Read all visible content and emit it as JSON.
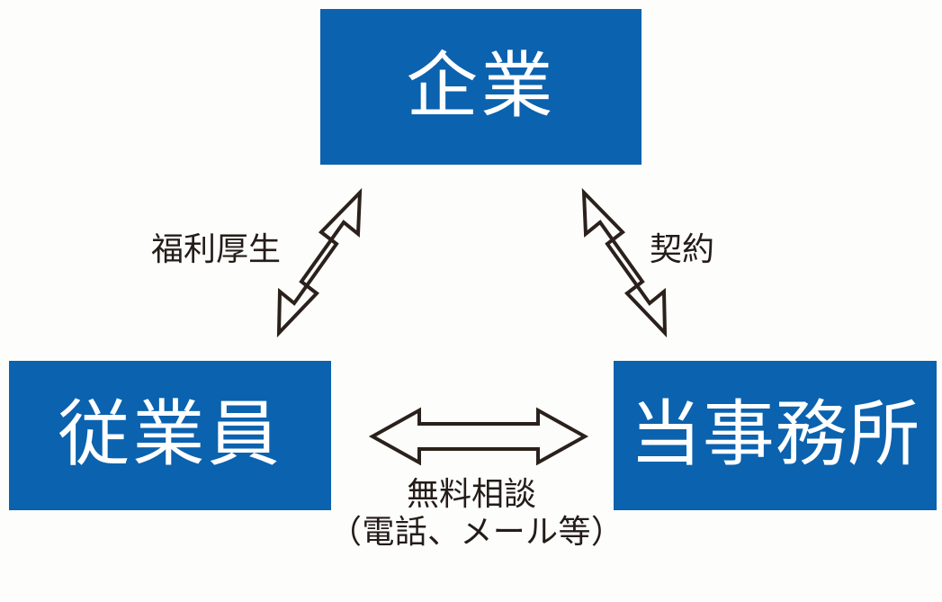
{
  "diagram": {
    "title": "",
    "background_color": "#FDFDFB",
    "node_color": "#0B62AE",
    "node_text_color": "#FFFFFF",
    "arrow_stroke_color": "#2B211C",
    "arrow_fill_color": "#FCFCFA",
    "label_text_color": "#241C18",
    "nodes": [
      {
        "id": "company",
        "label": "企業",
        "position": "top-center"
      },
      {
        "id": "employee",
        "label": "従業員",
        "position": "bottom-left"
      },
      {
        "id": "office",
        "label": "当事務所",
        "position": "bottom-right"
      }
    ],
    "edges": [
      {
        "id": "welfare",
        "label": "福利厚生",
        "from": "employee",
        "to": "company",
        "direction": "bidirectional",
        "style": "hollow-block-arrow"
      },
      {
        "id": "contract",
        "label": "契約",
        "from": "company",
        "to": "office",
        "direction": "bidirectional",
        "style": "hollow-block-arrow"
      },
      {
        "id": "consult",
        "label_line_1": "無料相談",
        "label_line_2": "（電話、メール等）",
        "from": "employee",
        "to": "office",
        "direction": "bidirectional",
        "style": "hollow-block-arrow"
      }
    ]
  }
}
